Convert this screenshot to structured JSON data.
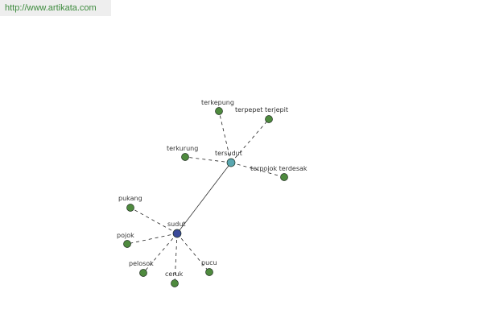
{
  "header": {
    "url": "http://www.artikata.com"
  },
  "diagram": {
    "colors": {
      "leaf_node": "#4e8a3e",
      "secondary_hub": "#5aa7b0",
      "main_hub": "#3a4a9a",
      "dashed_edge": "#222222",
      "solid_edge": "#333333"
    },
    "nodes": [
      {
        "id": "sudut",
        "label": "sudut",
        "kind": "main_hub"
      },
      {
        "id": "tersudut",
        "label": "tersudut",
        "kind": "secondary_hub"
      },
      {
        "id": "terkepung",
        "label": "terkepung",
        "kind": "leaf"
      },
      {
        "id": "terpepet_terjepit",
        "label": "terpepet terjepit",
        "kind": "leaf"
      },
      {
        "id": "terkurung",
        "label": "terkurung",
        "kind": "leaf"
      },
      {
        "id": "terpojok_terdesak",
        "label": "terpojok terdesak",
        "kind": "leaf"
      },
      {
        "id": "pukang",
        "label": "pukang",
        "kind": "leaf"
      },
      {
        "id": "pojok",
        "label": "pojok",
        "kind": "leaf"
      },
      {
        "id": "pelosok",
        "label": "pelosok",
        "kind": "leaf"
      },
      {
        "id": "ceruk",
        "label": "ceruk",
        "kind": "leaf"
      },
      {
        "id": "pucu",
        "label": "pucu",
        "kind": "leaf"
      }
    ],
    "edges": [
      {
        "from": "sudut",
        "to": "tersudut",
        "style": "solid"
      },
      {
        "from": "tersudut",
        "to": "terkepung",
        "style": "dashed"
      },
      {
        "from": "tersudut",
        "to": "terpepet_terjepit",
        "style": "dashed"
      },
      {
        "from": "tersudut",
        "to": "terkurung",
        "style": "dashed"
      },
      {
        "from": "tersudut",
        "to": "terpojok_terdesak",
        "style": "dashed"
      },
      {
        "from": "sudut",
        "to": "pukang",
        "style": "dashed"
      },
      {
        "from": "sudut",
        "to": "pojok",
        "style": "dashed"
      },
      {
        "from": "sudut",
        "to": "pelosok",
        "style": "dashed"
      },
      {
        "from": "sudut",
        "to": "ceruk",
        "style": "dashed"
      },
      {
        "from": "sudut",
        "to": "pucu",
        "style": "dashed"
      }
    ]
  }
}
